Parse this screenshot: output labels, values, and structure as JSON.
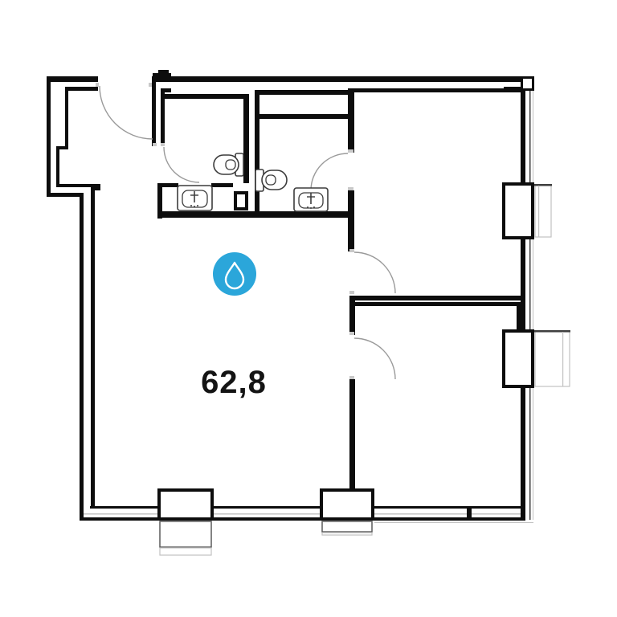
{
  "plan": {
    "area_label": "62,8",
    "marker": {
      "icon": "water-drop-icon",
      "bg_color": "#2BA6DA",
      "glyph_color": "#FFFFFF"
    },
    "colors": {
      "wall": "#0d0d0d",
      "door_arc": "#9A9A9A",
      "fixture_line": "#3C3C3C",
      "facade_light": "#C2C2C2",
      "label": "#141414",
      "background": "#FFFFFF"
    },
    "fixtures": [
      {
        "name": "toilet-icon",
        "room": "bathroom-1"
      },
      {
        "name": "sink-icon",
        "room": "bathroom-1"
      },
      {
        "name": "toilet-icon",
        "room": "bathroom-2"
      },
      {
        "name": "sink-icon",
        "room": "bathroom-2"
      }
    ]
  }
}
